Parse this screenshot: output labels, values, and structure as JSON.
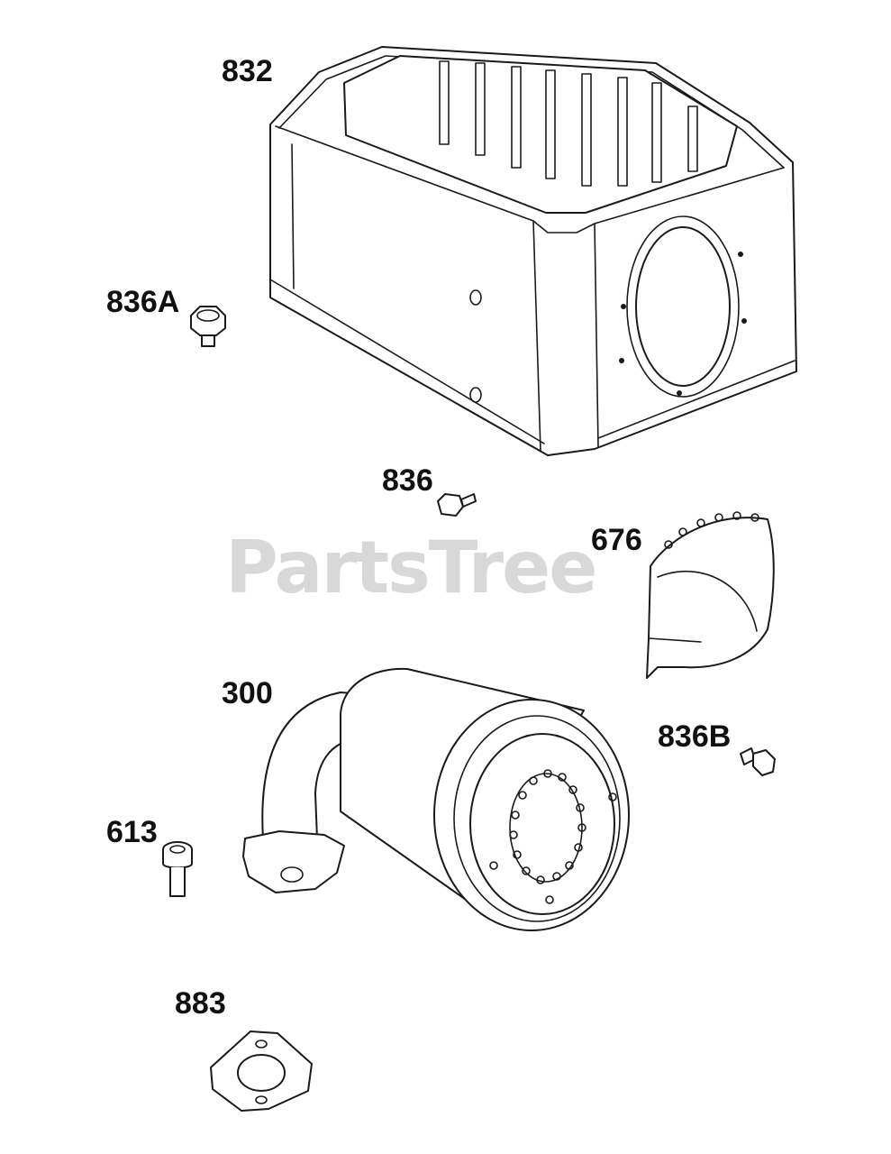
{
  "watermark": "PartsTree",
  "callouts": {
    "p832": "832",
    "p836a": "836A",
    "p836": "836",
    "p676": "676",
    "p300": "300",
    "p836b": "836B",
    "p613": "613",
    "p883": "883"
  }
}
